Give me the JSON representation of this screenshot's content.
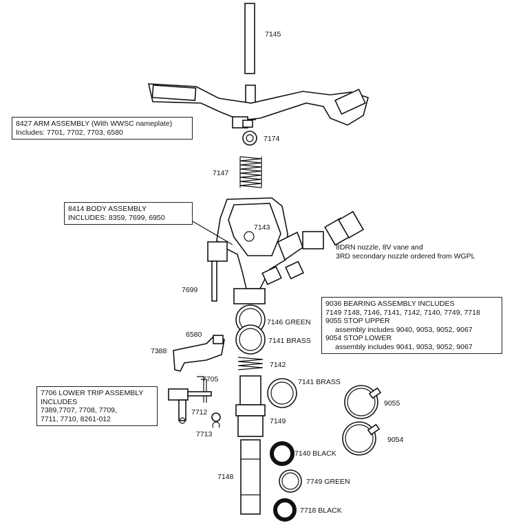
{
  "labels": {
    "p7145": "7145",
    "p7174": "7174",
    "p7147": "7147",
    "p7143": "7143",
    "p7699": "7699",
    "p7146": "7146 GREEN",
    "p7141a": "7141 BRASS",
    "p6580": "6580",
    "p7388": "7388",
    "p7142": "7142",
    "p7141b": "7141 BRASS",
    "p7705": "7705",
    "p7712": "7712",
    "p7713": "7713",
    "p7149": "7149",
    "p9055": "9055",
    "p9054": "9054",
    "p7140": "7140 BLACK",
    "p7148": "7148",
    "p7749": "7749 GREEN",
    "p7718": "7718 BLACK",
    "nozzle_line1": "8DRN nozzle, 8V vane and",
    "nozzle_line2": "3RD secondary nozzle ordered from WGPL"
  },
  "callouts": {
    "arm": {
      "line1": "8427 ARM ASSEMBLY (With WWSC nameplate)",
      "line2": "Includes: 7701, 7702, 7703, 6580"
    },
    "body": {
      "line1": "8414 BODY ASSEMBLY",
      "line2": "INCLUDES: 8359, 7699, 6950"
    },
    "bearing": {
      "line1": "9036 BEARING ASSEMBLY INCLUDES",
      "line2": "7149  7148, 7146, 7141, 7142, 7140, 7749, 7718",
      "line3": "9055 STOP UPPER",
      "line4": "assembly includes 9040, 9053, 9052, 9067",
      "line5": "9054 STOP LOWER",
      "line6": "assembly includes 9041, 9053, 9052, 9067"
    },
    "trip": {
      "line1": "7706 LOWER TRIP ASSEMBLY",
      "line2": "INCLUDES",
      "line3": "7389,7707, 7708, 7709,",
      "line4": "7711, 7710, 8261-012"
    }
  }
}
